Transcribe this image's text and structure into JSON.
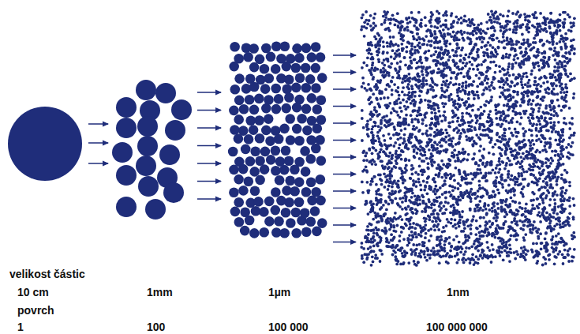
{
  "diagram": {
    "labels": [
      "velikost částic",
      "10 cm",
      "1mm",
      "1µm",
      "1nm",
      "povrch",
      "1",
      "100",
      "100 000",
      "100 000 000"
    ]
  }
}
